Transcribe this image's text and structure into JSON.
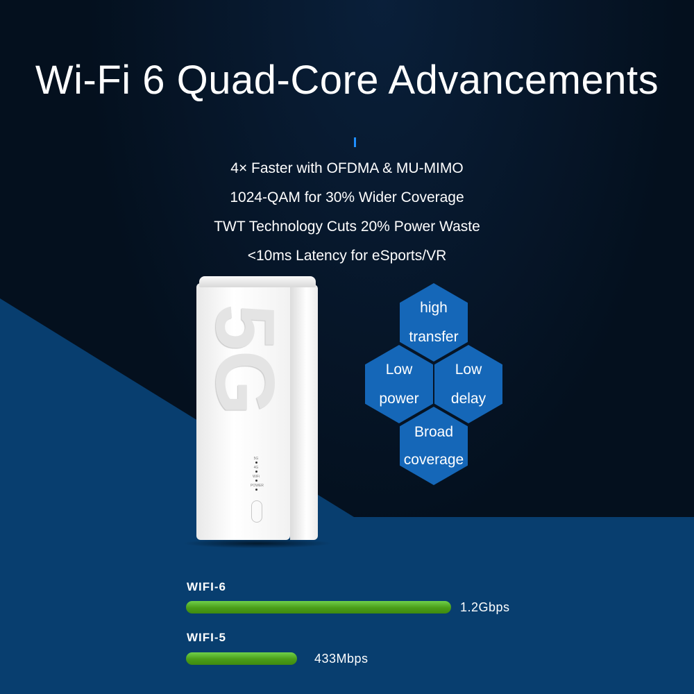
{
  "title": "Wi-Fi 6 Quad-Core Advancements",
  "features": [
    "4× Faster with OFDMA & MU-MIMO",
    "1024-QAM for 30% Wider Coverage",
    "TWT Technology Cuts 20% Power Waste",
    "<10ms Latency for eSports/VR"
  ],
  "router": {
    "logo": "5G",
    "leds": [
      "5G",
      "4G",
      "WiFi",
      "POWER"
    ]
  },
  "hexagons": [
    {
      "line1": "high",
      "line2": "transfer"
    },
    {
      "line1": "Low",
      "line2": "power"
    },
    {
      "line1": "Low",
      "line2": "delay"
    },
    {
      "line1": "Broad",
      "line2": "coverage"
    }
  ],
  "speed_compare": [
    {
      "label": "WIFI-6",
      "value": "1.2Gbps",
      "fill_percent": 100
    },
    {
      "label": "WIFI-5",
      "value": "433Mbps",
      "fill_percent": 42
    }
  ],
  "colors": {
    "background": "#04101e",
    "blue": "#083e6f",
    "hex": "#1567b8",
    "bar": "#4a9d18"
  }
}
